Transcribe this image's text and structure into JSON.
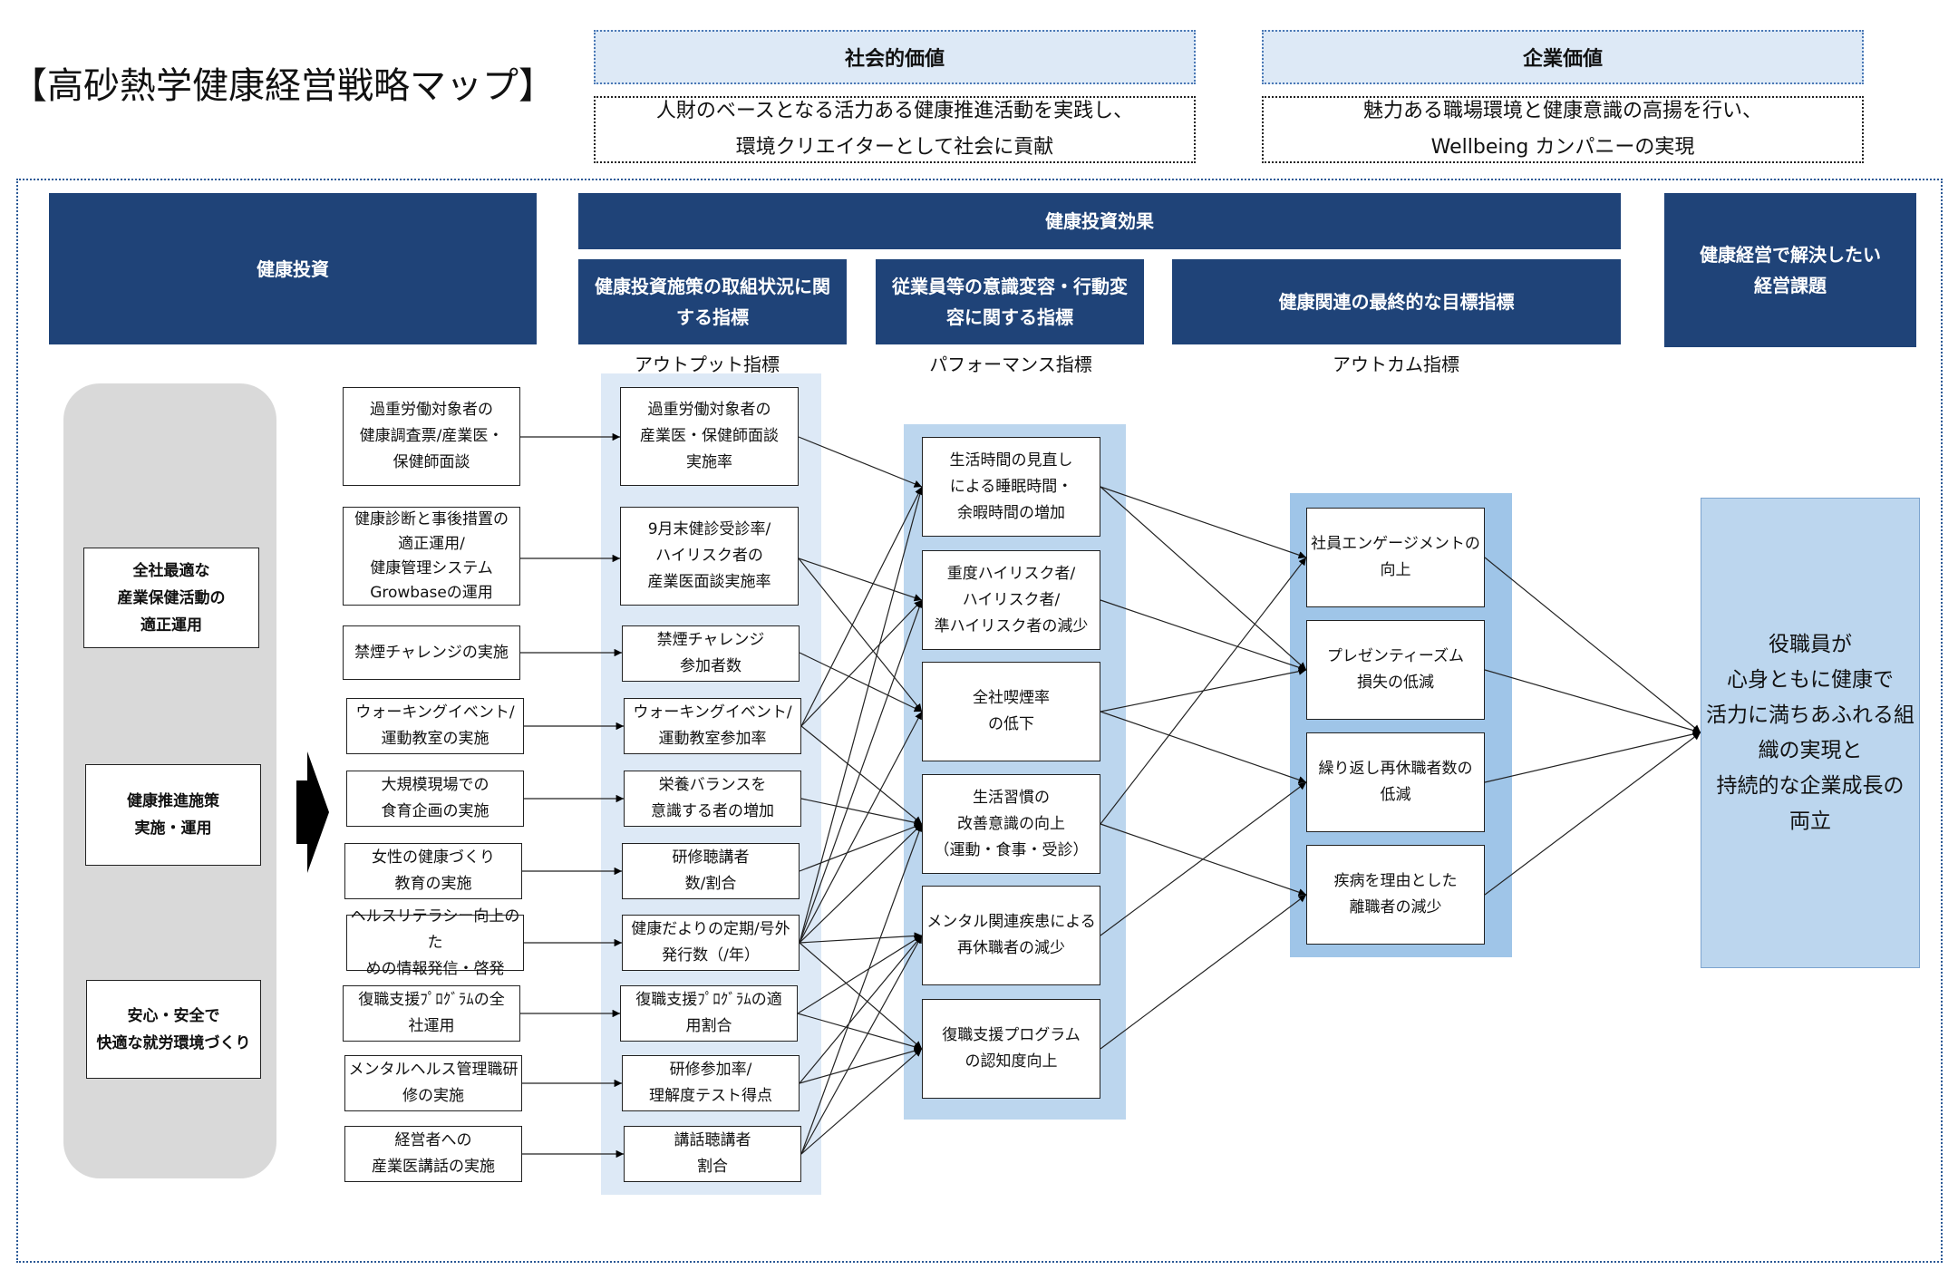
{
  "title": "【高砂熱学健康経営戦略マップ】",
  "values": {
    "social": {
      "head": "社会的価値",
      "line1": "人財のベースとなる活力ある健康推進活動を実践し、",
      "line2": "環境クリエイターとして社会に貢献"
    },
    "corporate": {
      "head": "企業価値",
      "line1": "魅力ある職場環境と健康意識の高揚を行い、",
      "line2": "Wellbeing カンパニーの実現"
    }
  },
  "headers": {
    "investment": "健康投資",
    "effect": "健康投資効果",
    "output": [
      "健康投資施策の取組状況に関",
      "する指標"
    ],
    "performance": [
      "従業員等の意識変容・行動変",
      "容に関する指標"
    ],
    "outcome": "健康関連の最終的な目標指標",
    "issue": [
      "健康経営で解決したい",
      "経営課題"
    ]
  },
  "sublabels": {
    "output": "アウトプット指標",
    "performance": "パフォーマンス指標",
    "outcome": "アウトカム指標"
  },
  "left_boxes": [
    [
      "全社最適な",
      "産業保健活動の",
      "適正運用"
    ],
    [
      "健康推進施策",
      "実施・運用"
    ],
    [
      "安心・安全で",
      "快適な就労環境づくり"
    ]
  ],
  "initiatives": [
    [
      "過重労働対象者の",
      "健康調査票/産業医・",
      "保健師面談"
    ],
    [
      "健康診断と事後措置の",
      "適正運用/",
      "健康管理システム",
      "Growbaseの運用"
    ],
    [
      "禁煙チャレンジの実施"
    ],
    [
      "ウォーキングイベント/",
      "運動教室の実施"
    ],
    [
      "大規模現場での",
      "食育企画の実施"
    ],
    [
      "女性の健康づくり",
      "教育の実施"
    ],
    [
      "ヘルスリテラシー向上のた",
      "めの情報発信・啓発"
    ],
    [
      "復職支援ﾌﾟﾛｸﾞﾗﾑの全",
      "社運用"
    ],
    [
      "メンタルヘルス管理職研",
      "修の実施"
    ],
    [
      "経営者への",
      "産業医講話の実施"
    ]
  ],
  "outputs": [
    [
      "過重労働対象者の",
      "産業医・保健師面談",
      "実施率"
    ],
    [
      "9月末健診受診率/",
      "ハイリスク者の",
      "産業医面談実施率"
    ],
    [
      "禁煙チャレンジ",
      "参加者数"
    ],
    [
      "ウォーキングイベント/",
      "運動教室参加率"
    ],
    [
      "栄養バランスを",
      "意識する者の増加"
    ],
    [
      "研修聴講者",
      "数/割合"
    ],
    [
      "健康だよりの定期/号外",
      "発行数（/年）"
    ],
    [
      "復職支援ﾌﾟﾛｸﾞﾗﾑの適",
      "用割合"
    ],
    [
      "研修参加率/",
      "理解度テスト得点"
    ],
    [
      "講話聴講者",
      "割合"
    ]
  ],
  "performance": [
    [
      "生活時間の見直し",
      "による睡眠時間・",
      "余暇時間の増加"
    ],
    [
      "重度ハイリスク者/",
      "ハイリスク者/",
      "準ハイリスク者の減少"
    ],
    [
      "全社喫煙率",
      "の低下"
    ],
    [
      "生活習慣の",
      "改善意識の向上",
      "（運動・食事・受診）"
    ],
    [
      "メンタル関連疾患による",
      "再休職者の減少"
    ],
    [
      "復職支援プログラム",
      "の認知度向上"
    ]
  ],
  "outcomes": [
    [
      "社員エンゲージメントの",
      "向上"
    ],
    [
      "プレゼンティーズム",
      "損失の低減"
    ],
    [
      "繰り返し再休職者数の",
      "低減"
    ],
    [
      "疾病を理由とした",
      "離職者の減少"
    ]
  ],
  "final_goal": [
    "役職員が",
    "心身ともに健康で",
    "活力に満ちあふれる組",
    "織の実現と",
    "持続的な企業成長の",
    "両立"
  ],
  "colors": {
    "header_navy": "#1f4378",
    "light_blue": "#dde9f6",
    "mid_blue": "#bcd6ee",
    "outcome_blue": "#9fc5e8",
    "grey_panel": "#d9d9d9"
  }
}
